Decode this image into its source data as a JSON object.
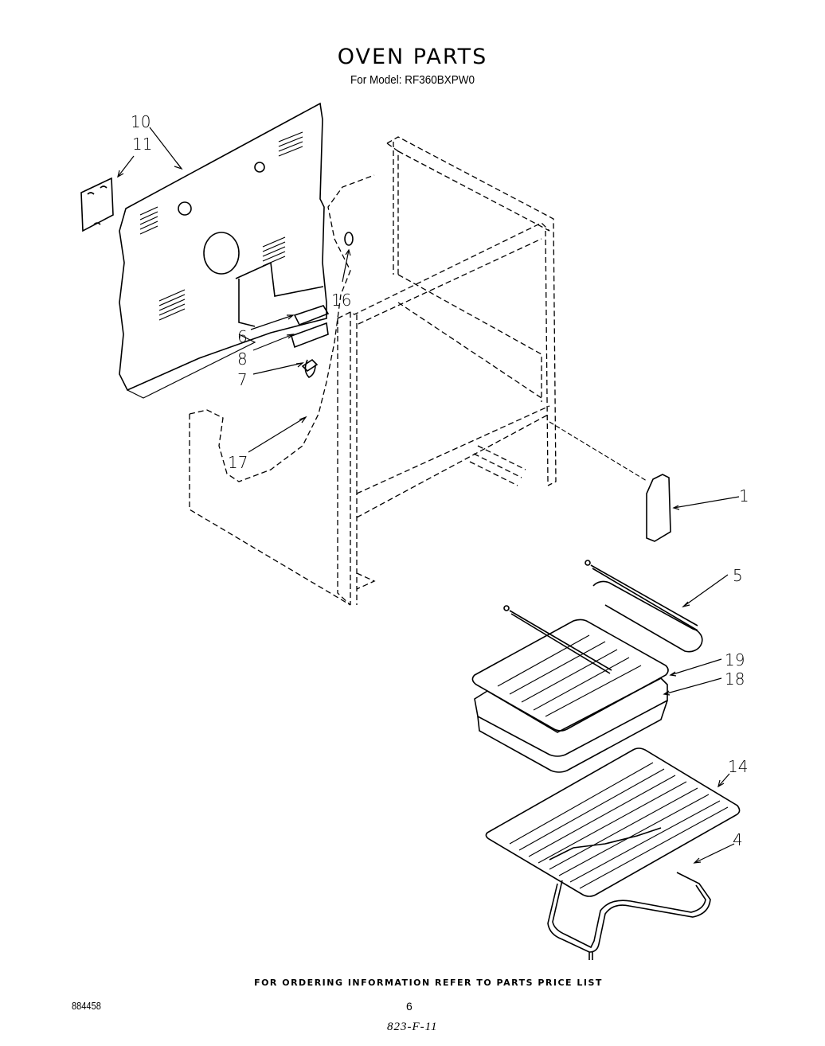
{
  "header": {
    "title": "OVEN PARTS",
    "subtitle": "For Model: RF360BXPW0"
  },
  "diagram": {
    "type": "exploded-parts-view",
    "callouts": [
      {
        "id": "10",
        "label": "10",
        "part": "back-panel"
      },
      {
        "id": "11",
        "label": "11",
        "part": "panel-cover-plate"
      },
      {
        "id": "16",
        "label": "16",
        "part": "grommet"
      },
      {
        "id": "6",
        "label": "6",
        "part": "bracket"
      },
      {
        "id": "8",
        "label": "8",
        "part": "terminal-block"
      },
      {
        "id": "7",
        "label": "7",
        "part": "clip"
      },
      {
        "id": "17",
        "label": "17",
        "part": "wire-hook"
      },
      {
        "id": "1",
        "label": "1",
        "part": "sensor-cover"
      },
      {
        "id": "5",
        "label": "5",
        "part": "broil-element"
      },
      {
        "id": "19",
        "label": "19",
        "part": "broiler-grid"
      },
      {
        "id": "18",
        "label": "18",
        "part": "broiler-pan"
      },
      {
        "id": "14",
        "label": "14",
        "part": "oven-rack"
      },
      {
        "id": "4",
        "label": "4",
        "part": "bake-element"
      }
    ]
  },
  "footer": {
    "ordering_note": "FOR ORDERING INFORMATION REFER TO PARTS PRICE LIST",
    "document_number": "884458",
    "page_number": "6",
    "handwritten_code": "823-F-11"
  }
}
